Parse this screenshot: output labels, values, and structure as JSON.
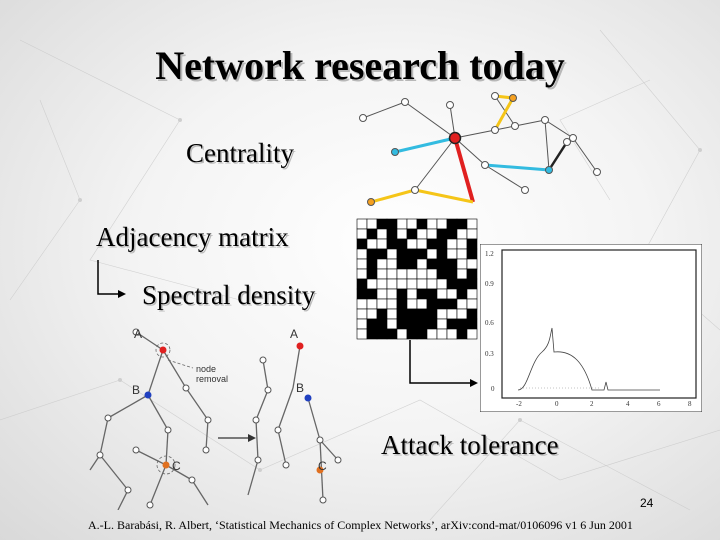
{
  "slide": {
    "title": "Network research today",
    "labels": {
      "centrality": "Centrality",
      "adjacency": "Adjacency matrix",
      "spectral": "Spectral density",
      "attack": "Attack tolerance"
    },
    "page_number": "24",
    "footer": "A.-L. Barabási, R. Albert, ‘Statistical Mechanics of Complex Networks’, arXiv:cond-mat/0106096 v1 6 Jun 2001"
  },
  "spectral_plot": {
    "y_ticks": [
      "1.2",
      "0.9",
      "0.6",
      "0.3",
      "0"
    ],
    "x_ticks": [
      "-2",
      "0",
      "2",
      "4",
      "6",
      "8"
    ]
  },
  "removal_diagram": {
    "node_a": "A",
    "node_b": "B",
    "node_c": "C",
    "annotation_line1": "node",
    "annotation_line2": "removal"
  },
  "colors": {
    "network_red": "#e02020",
    "network_blue": "#33bbe0",
    "network_yellow": "#f5c518",
    "node_orange": "#e07020"
  }
}
